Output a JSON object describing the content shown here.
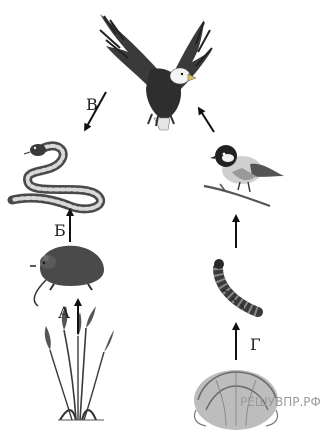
{
  "organisms": {
    "eagle": "eagle",
    "snake": "snake",
    "vole": "vole",
    "grass": "cereal grass",
    "titmouse": "titmouse",
    "caterpillar": "caterpillar",
    "cabbage": "cabbage"
  },
  "labels": {
    "a": "А",
    "b": "Б",
    "v": "В",
    "g": "Г"
  },
  "watermark": "РЕШУВПР.РФ",
  "colors": {
    "ink": "#222222",
    "arrow": "#111111"
  }
}
